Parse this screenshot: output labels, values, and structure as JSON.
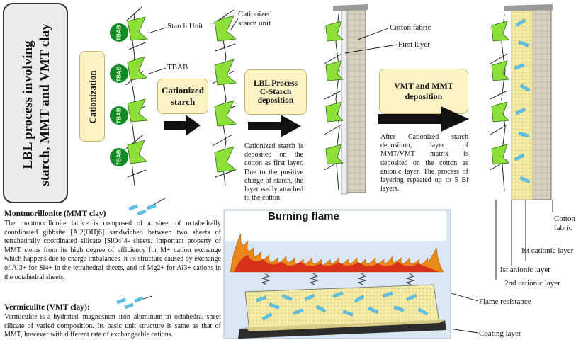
{
  "title": {
    "line1": "LBL process involving",
    "line2": "starch, MMT and VMT clay"
  },
  "steps": {
    "cationization": "Cationization",
    "cationized_starch": [
      "Cationized",
      "starch"
    ],
    "lbl_process": [
      "LBL Process",
      "C-Starch",
      "deposition"
    ],
    "vmt_mmt": [
      "VMT and MMT",
      "deposition"
    ]
  },
  "labels": {
    "starch_unit": "Starch Unit",
    "tbab": "TBAB",
    "tbab_badge": "TBAB",
    "cationized_unit": [
      "Cationized",
      "starch unit"
    ],
    "cotton_fabric": "Cotton fabric",
    "first_layer": "First layer",
    "cotton_fabric_right": [
      "Cotton",
      "fabric"
    ],
    "ist_cationic": "Ist cationic layer",
    "ist_anionic": "Ist anionic layer",
    "second_cationic": "2nd cationic layer",
    "flame_resistance": "Flame resistance",
    "coating_layer": "Coating layer",
    "burning_flame": "Burning flame"
  },
  "descriptions": {
    "cstarch": "Cationized starch is deposited on the cotton as first layer. Due to the positive charge of starch, the layer easily attached to the cotton",
    "mmt_vmt": "After Cationized starch deposition, layer of MMT/VMT matrix is deposited on the cotton as anionic layer. The process of layering repeated up to 5 Bi layers."
  },
  "mmt": {
    "heading": "Montmorillonite (MMT clay)",
    "text": "The montmorillonite lattice is composed of a sheet of octahedrally coordinated gibbsite [Al2(OH)6] sandwiched between two sheets of tetrahedrally coordinated silicate [SiO4]4- sheets. Important property of MMT stems from its high degree of efficiency for M+ cation exchange which happens due to charge imbalances in its structure caused by exchange of Al3+ for Si4+ in the tetrahedral sheets, and of Mg2+ for Al3+ cations in the octahedral sheets."
  },
  "vmt": {
    "heading": "Vermiculite (VMT clay):",
    "text": "Vermiculite is a hydrated, magnesium–iron–aluminum tri octahedral sheet silicate of varied composition. Its basic unit structure is same as that of MMT, however with different rate of exchangeable cations."
  },
  "colors": {
    "starch": "#8de03a",
    "tbab": "#138a2a",
    "clay": "#5cc3ee",
    "fabric": "#d9d3c4",
    "layer": "#f4eba4",
    "flame_outer": "#e8891a",
    "flame_inner": "#d9301a"
  }
}
